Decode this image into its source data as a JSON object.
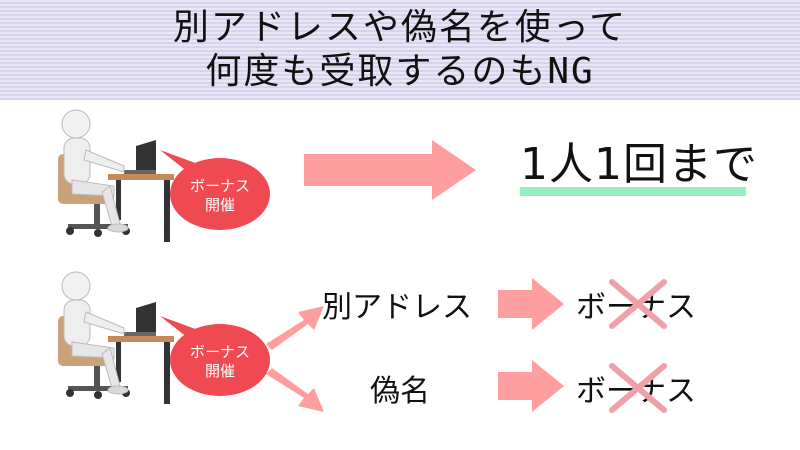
{
  "title": {
    "line1": "別アドレスや偽名を使って",
    "line2": "何度も受取するのもNG"
  },
  "bubble": {
    "line1": "ボーナス",
    "line2": "開催"
  },
  "top_row": {
    "result": "1人1回まで"
  },
  "bottom_row": {
    "branch1_label": "別アドレス",
    "branch2_label": "偽名",
    "outcome_label": "ボーナス"
  },
  "colors": {
    "arrow": "#ff9e9e",
    "bubble": "#ef4a52",
    "cross": "#f0a0a8",
    "underline": "#93f0c1"
  }
}
